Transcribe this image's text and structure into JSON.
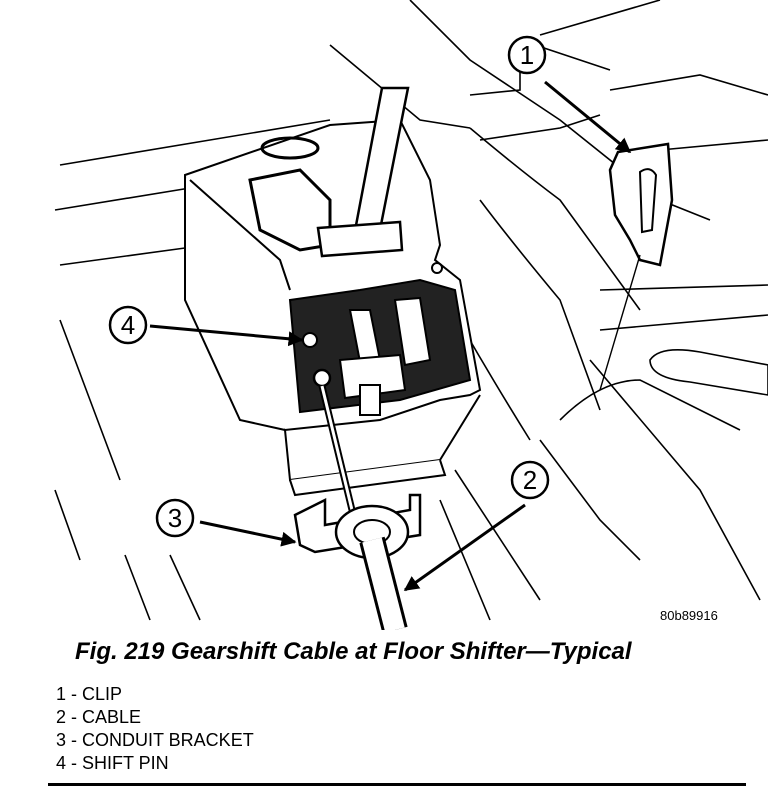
{
  "figure": {
    "caption": "Fig. 219 Gearshift Cable at Floor Shifter—Typical",
    "image_code": "80b89916"
  },
  "callouts": [
    {
      "number": "1"
    },
    {
      "number": "2"
    },
    {
      "number": "3"
    },
    {
      "number": "4"
    }
  ],
  "legend": [
    {
      "text": "1 - CLIP"
    },
    {
      "text": "2 - CABLE"
    },
    {
      "text": "3 - CONDUIT BRACKET"
    },
    {
      "text": "4 - SHIFT PIN"
    }
  ],
  "colors": {
    "ink": "#000000",
    "paper": "#ffffff"
  }
}
